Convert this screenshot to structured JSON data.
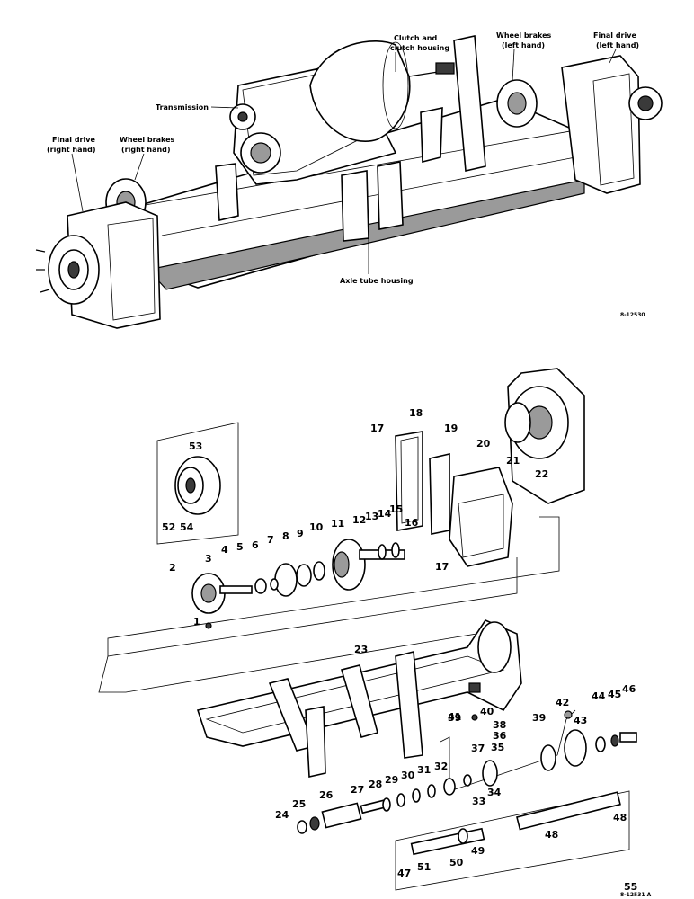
{
  "top_view": {
    "callouts": {
      "clutch": "Clutch and clutch housing",
      "wheel_brakes_left": "Wheel brakes (left hand)",
      "final_drive_left": "Final drive (left hand)",
      "transmission": "Transmission",
      "final_drive_right": "Final drive (right hand)",
      "wheel_brakes_right": "Wheel brakes (right hand)",
      "axle_tube_housing": "Axle tube housing"
    },
    "figure_ref": "8-12530"
  },
  "exploded_view": {
    "part_numbers": [
      "1",
      "2",
      "3",
      "4",
      "5",
      "6",
      "7",
      "8",
      "9",
      "10",
      "11",
      "12",
      "13",
      "14",
      "15",
      "16",
      "17",
      "17",
      "18",
      "19",
      "20",
      "21",
      "22",
      "23",
      "24",
      "25",
      "26",
      "27",
      "28",
      "29",
      "30",
      "31",
      "32",
      "33",
      "34",
      "35",
      "36",
      "37",
      "38",
      "39",
      "39",
      "40",
      "41",
      "42",
      "43",
      "44",
      "45",
      "46",
      "47",
      "48",
      "48",
      "49",
      "50",
      "51",
      "52",
      "53",
      "54",
      "55"
    ],
    "figure_ref": "8-12531 A"
  }
}
